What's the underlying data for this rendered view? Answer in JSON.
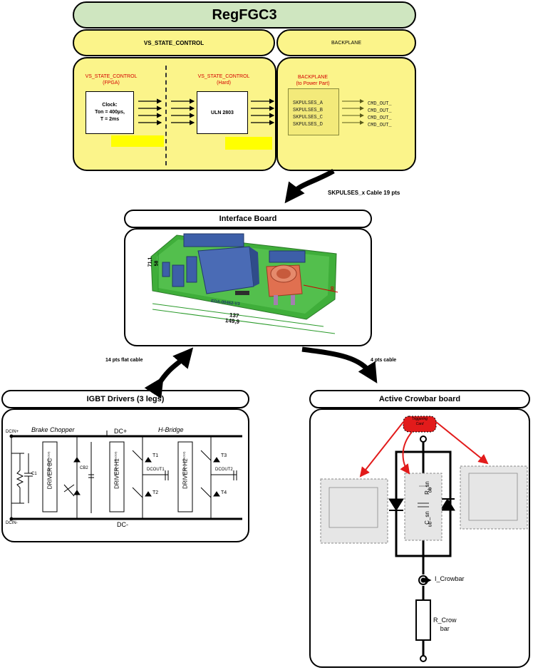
{
  "title": "RegFGC3",
  "top": {
    "vs_state_control_header": "VS_STATE_CONTROL",
    "backplane_header": "BACKPLANE",
    "fpga_label": "VS_STATE_CONTROL",
    "fpga_sub": "(FPGA)",
    "hard_label": "VS_STATE_CONTROL",
    "hard_sub": "(Hard)",
    "clock_lines": [
      "Clock:",
      "Ton = 400µs,",
      "T = 2ms"
    ],
    "uln_label": "ULN 2803",
    "backplane_label": "BACKPLANE",
    "backplane_sub": "(to Power Part)",
    "skpulses": [
      "SKPULSES_A",
      "SKPULSES_B",
      "SKPULSES_C",
      "SKPULSES_D"
    ],
    "cmd_out": [
      "CMD_OUT_",
      "CMD_OUT_",
      "CMD_OUT_",
      "CMD_OUT_"
    ]
  },
  "cables": {
    "skpulses_cable": "SKPULSES_x Cable 19 pts",
    "flat_cable": "14 pts flat cable",
    "four_cable": "4 pts cable"
  },
  "interface": {
    "title": "Interface Board",
    "dim_137": "137",
    "dim_149": "149,9",
    "dim_71": "71,1",
    "dim_58": "58",
    "dim_30": "30",
    "board_id": "EDA-00462-V3"
  },
  "igbt": {
    "title": "IGBT Drivers (3 legs)",
    "dcin_plus": "DCIN+",
    "dcin_minus": "DCIN-",
    "dc_plus": "DC+",
    "dc_minus": "DC-",
    "brake": "Brake Chopper",
    "hbridge": "H-Bridge",
    "driver_bc": "DRIVER BC",
    "driver_h1": "DRIVER H1",
    "driver_h2": "DRIVER H2",
    "connector": "(12 way connector)",
    "c1": "C1",
    "cb2": "CB2",
    "t1": "T1",
    "t2": "T2",
    "t3": "T3",
    "t4": "T4",
    "dcout1": "DCOUT1",
    "dcout2": "DCOUT2"
  },
  "crowbar": {
    "title": "Active Crowbar board",
    "triggering_line1": "Triggering",
    "triggering_line2": "Card",
    "r_snub": "R_sn",
    "c_snub": "C_sn",
    "ub1": "ub",
    "ub2": "ub",
    "i_crowbar": "I_Crowbar",
    "r_crow_1": "R_Crow",
    "r_crow_2": "bar"
  },
  "colors": {
    "header_green": "#cfe6c0",
    "panel_yellow": "#fbf48a",
    "highlight_yellow": "#ffff00",
    "label_red": "#d40000",
    "pcb_green": "#3fae3a",
    "component_blue": "#3d5fa8",
    "transformer_orange": "#e07050",
    "trigger_red": "#e21b1b"
  }
}
